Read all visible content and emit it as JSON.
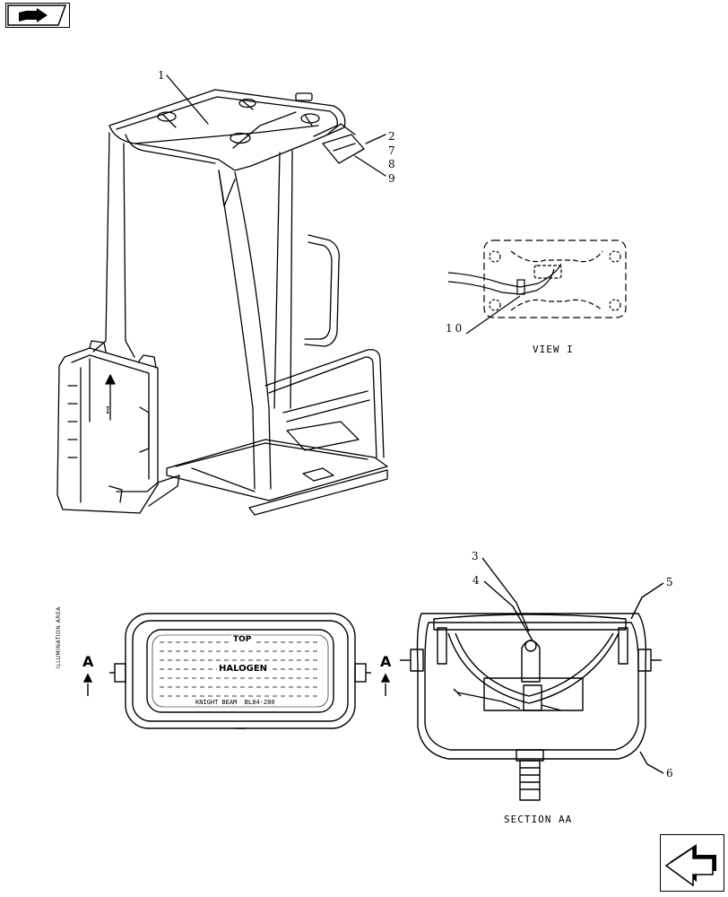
{
  "callouts": {
    "c1": "1",
    "c2": "2",
    "c7": "7",
    "c8": "8",
    "c9": "9",
    "c10": "10",
    "c3": "3",
    "c4": "4",
    "c5": "5",
    "c6": "6"
  },
  "captions": {
    "view_i": "VIEW I",
    "section_aa": "SECTION AA"
  },
  "view_markers": {
    "i_mark": "I",
    "a_left": "A",
    "a_right": "A"
  },
  "lamp_labels": {
    "top": "TOP",
    "halogen": "HALOGEN",
    "brand": "KNIGHT BEAM  BL84-280",
    "side": "ILLUMINATION AREA"
  },
  "icons": {
    "top_left": "book-arrow-icon",
    "bottom_right": "next-page-arrow-icon"
  }
}
